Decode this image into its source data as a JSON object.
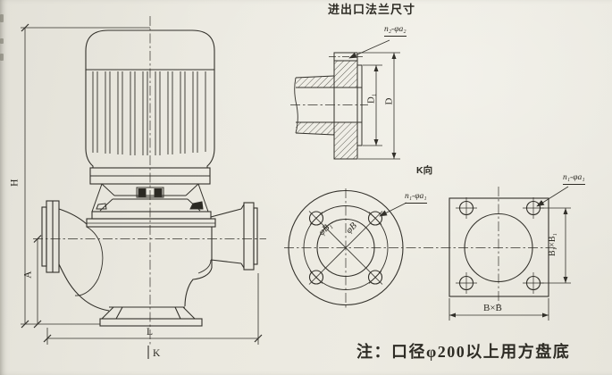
{
  "page": {
    "background": "#eae8df",
    "line_color": "#32302a",
    "note": "注：口径φ200以上用方盘底"
  },
  "pump_view": {
    "height_label": "H",
    "inlet_height_label": "A",
    "length_label": "L",
    "view_direction_label": "K"
  },
  "flange_detail": {
    "title": "进出口法兰尺寸",
    "bolt_holes_label": "n₂-φa₂",
    "raised_face_diameter_label": "D₁",
    "outer_diameter_label": "D"
  },
  "k_view": {
    "label": "K向",
    "bolt_holes_label": "n₁-φa₁",
    "bolt_circle_label": "φB₁",
    "flange_diameter_label": "φB"
  },
  "square_base": {
    "bolt_holes_label": "n₁-φa₁",
    "hole_spacing_label": "B₁×B₁",
    "plate_size_label": "B×B"
  }
}
